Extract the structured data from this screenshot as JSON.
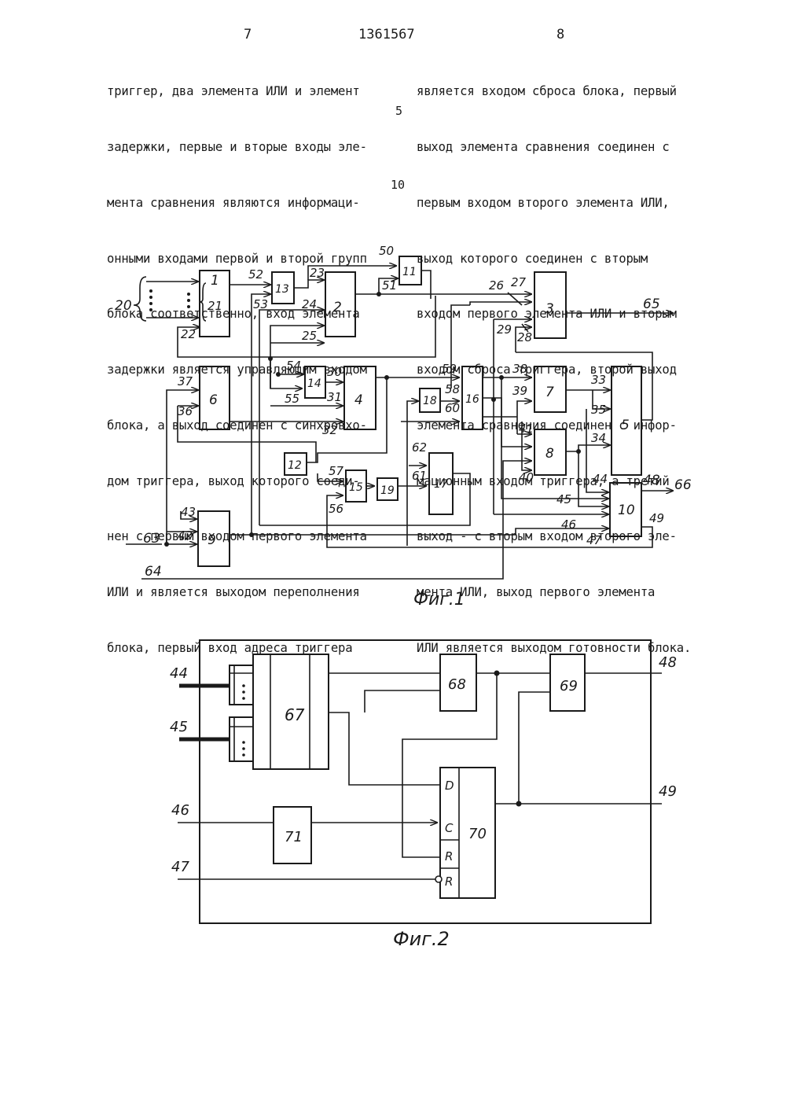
{
  "header": {
    "page_left": "7",
    "patent_number": "1361567",
    "page_right": "8"
  },
  "left_column": [
    "триггер, два элемента ИЛИ и элемент",
    "задержки, первые и вторые входы эле-",
    "мента сравнения являются информаци-",
    "онными входами первой и второй групп",
    "блока соответственно, вход элемента",
    "задержки является управляющим входом",
    "блока, а выход соединен с синхровхо-",
    "дом триггера, выход которого соеди-",
    "нен с первым входом первого элемента",
    "ИЛИ и является выходом переполнения",
    "блока, первый вход адреса триггера"
  ],
  "right_column": [
    "является входом сброса блока, первый",
    "выход элемента сравнения соединен с",
    "первым входом второго элемента ИЛИ,",
    "выход которого соединен с вторым",
    "входом первого элемента ИЛИ и вторым",
    "входом сброса триггера, второй выход",
    "элемента сравнения соединен с инфор-",
    "мационным входом триггера, а третий",
    "выход - с вторым входом второго эле-",
    "мента ИЛИ, выход первого элемента",
    "ИЛИ является выходом готовности блока."
  ],
  "line_numbers": [
    "5",
    "10"
  ],
  "fig1": {
    "caption": "Фиг.1",
    "blocks": [
      "1",
      "2",
      "3",
      "4",
      "5",
      "6",
      "7",
      "8",
      "9",
      "10",
      "11",
      "12",
      "13",
      "14",
      "15",
      "16",
      "17",
      "18",
      "19"
    ],
    "labels": [
      "20",
      "21",
      "22",
      "23",
      "24",
      "25",
      "26",
      "27",
      "28",
      "29",
      "30",
      "31",
      "32",
      "33",
      "34",
      "35",
      "36",
      "37",
      "38",
      "39",
      "40",
      "41",
      "42",
      "43",
      "44",
      "45",
      "46",
      "47",
      "48",
      "49",
      "50",
      "51",
      "52",
      "53",
      "54",
      "55",
      "56",
      "57",
      "58",
      "59",
      "60",
      "61",
      "62",
      "63",
      "64",
      "65",
      "66"
    ]
  },
  "fig2": {
    "caption": "Фиг.2",
    "blocks": [
      "67",
      "68",
      "69",
      "70",
      "71"
    ],
    "trigger_pins": [
      "D",
      "C",
      "R",
      "R"
    ],
    "io_labels": [
      "44",
      "45",
      "46",
      "47",
      "48",
      "49"
    ]
  }
}
